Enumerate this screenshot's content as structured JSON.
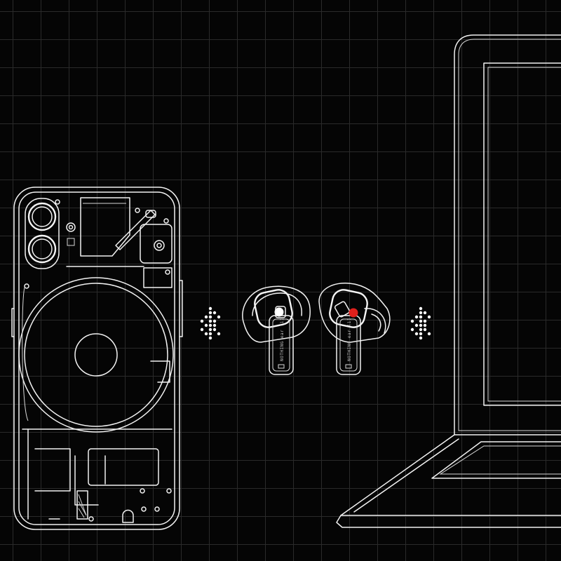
{
  "scene": {
    "background": "#050505",
    "grid_color": "#2a2a2a",
    "line_color": "#f2f2f2",
    "left_bud_indicator_color": "#ffffff",
    "right_bud_indicator_color": "#e0201c"
  },
  "earbuds": {
    "left": {
      "label": "NOTHING ear (1)",
      "indicator": "white-dot"
    },
    "right": {
      "label": "NOTHING ear (1)",
      "indicator": "red-dot"
    }
  },
  "icons": [
    "bluetooth-icon",
    "bluetooth-icon"
  ],
  "devices": [
    "phone-outline",
    "earbuds-outline",
    "laptop-outline"
  ]
}
